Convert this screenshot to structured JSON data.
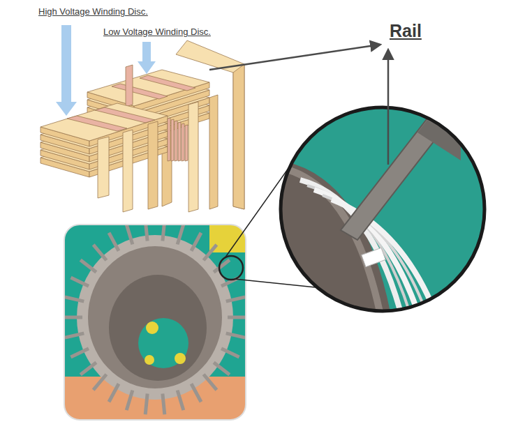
{
  "diagram": {
    "labels": [
      "High Voltage Winding Disc.",
      "Low Voltage Winding Disc.",
      "Rail"
    ]
  }
}
